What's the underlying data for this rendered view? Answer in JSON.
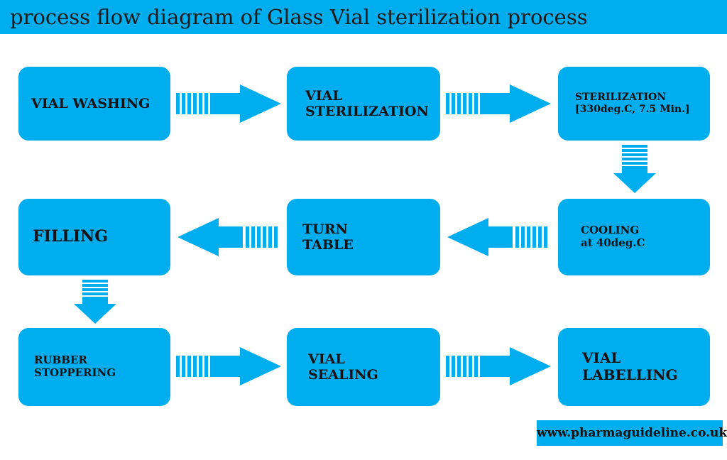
{
  "title": "process flow diagram of Glass Vial sterilization process",
  "steps": {
    "vial_washing": [
      "VIAL WASHING"
    ],
    "vial_sterilization": [
      "VIAL",
      "STERILIZATION"
    ],
    "sterilization": [
      "STERILIZATION",
      "[330deg.C, 7.5 Min.]"
    ],
    "cooling": [
      "COOLING",
      "at 40deg.C"
    ],
    "turn_table": [
      "TURN",
      "TABLE"
    ],
    "filling": [
      "FILLING"
    ],
    "rubber_stoppering": [
      "RUBBER",
      "STOPPERING"
    ],
    "vial_sealing": [
      "VIAL",
      "SEALING"
    ],
    "vial_labelling": [
      "VIAL",
      "LABELLING"
    ]
  },
  "footer": "www.pharmaguideline.co.uk",
  "colors": {
    "box": "#00adef",
    "text": "#111111",
    "background": "#ffffff"
  }
}
